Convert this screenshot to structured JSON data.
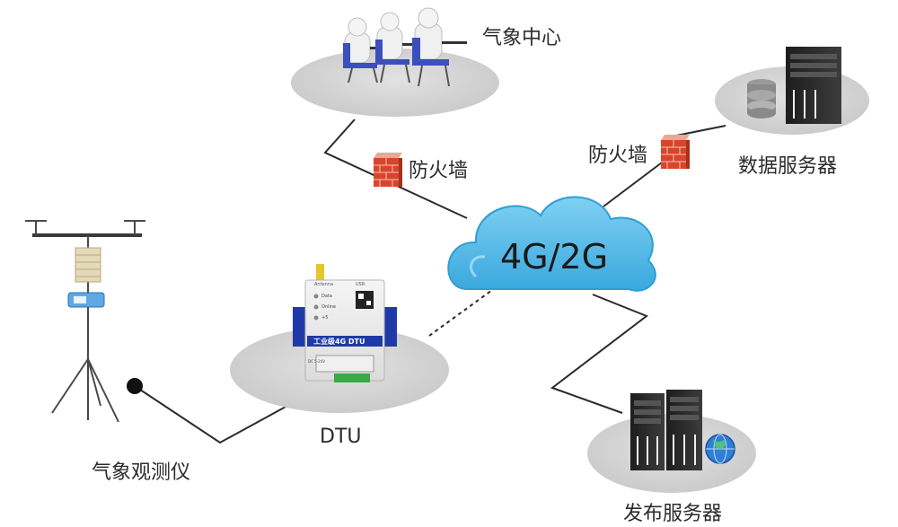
{
  "nodes": {
    "center": "气象中心",
    "data_server": "数据服务器",
    "publish_server": "发布服务器",
    "dtu": "DTU",
    "station": "气象观测仪"
  },
  "firewalls": {
    "left": "防火墙",
    "right": "防火墙"
  },
  "network": "4G/2G",
  "dtu_device": {
    "title": "工业级4G DTU",
    "brand": "USR",
    "leds": [
      "Data",
      "Online",
      "+5"
    ],
    "antenna": "Antenna",
    "power": "DC 5-24V"
  },
  "colors": {
    "cloud": "#4db8e8",
    "platform": "#d3d3d3",
    "chair": "#3b4fbf",
    "brick": "#d9452b",
    "line": "#2a2a2a"
  }
}
